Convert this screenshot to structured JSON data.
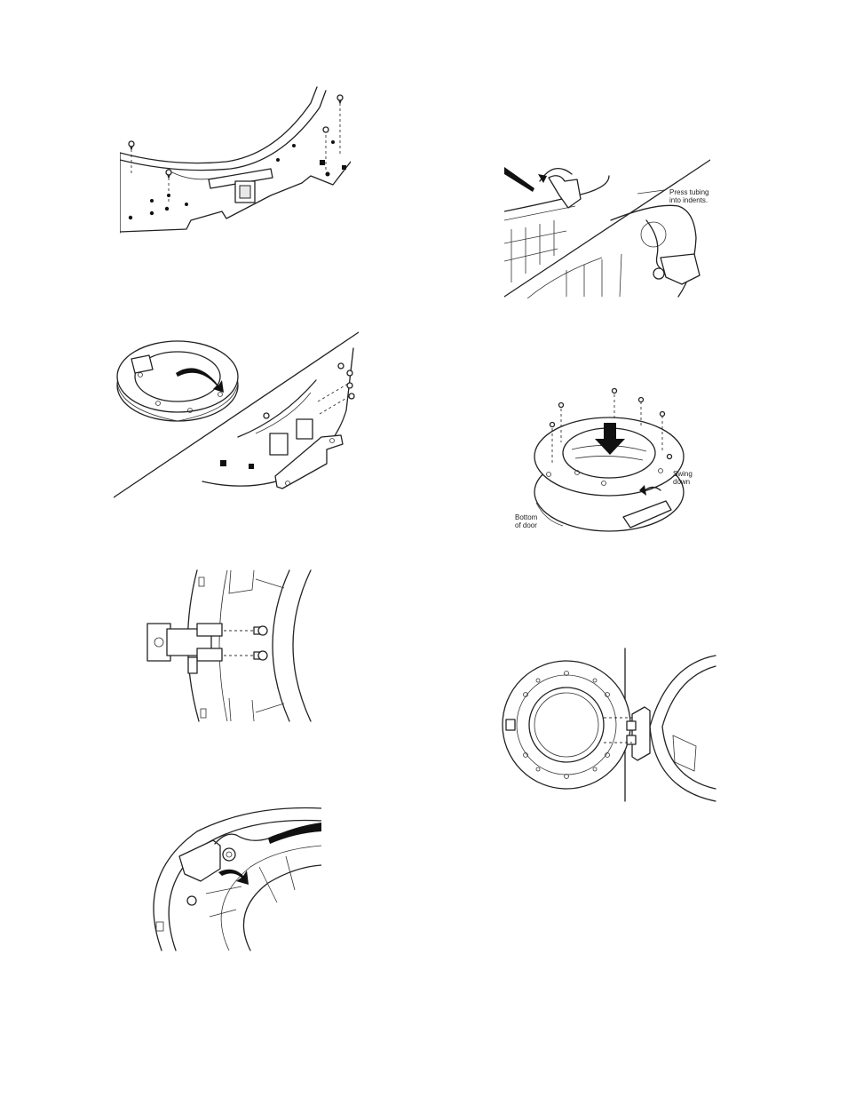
{
  "figures": [
    {
      "id": "fig-1",
      "icon": "door-frame-screws-illustration"
    },
    {
      "id": "fig-2",
      "icon": "door-removal-illustration"
    },
    {
      "id": "fig-3",
      "icon": "hinge-screws-illustration"
    },
    {
      "id": "fig-4",
      "icon": "hinge-tubing-illustration"
    },
    {
      "id": "fig-5",
      "icon": "tubing-indents-illustration"
    },
    {
      "id": "fig-6",
      "icon": "door-reassembly-illustration"
    },
    {
      "id": "fig-7",
      "icon": "door-reinstalled-illustration"
    }
  ],
  "labels": {
    "press_tubing": "Press tubing\ninto indents.",
    "swing_down": "Swing\ndown",
    "bottom_of_door": "Bottom\nof door"
  }
}
